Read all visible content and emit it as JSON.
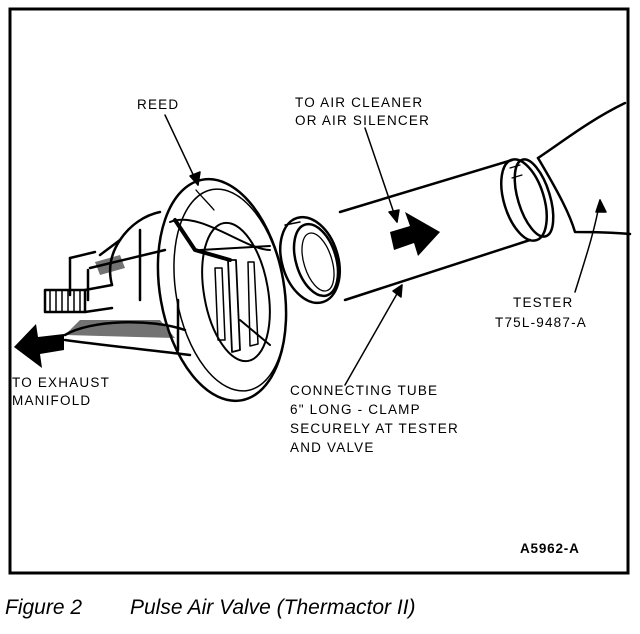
{
  "labels": {
    "reed": "REED",
    "air_cleaner_1": "TO AIR CLEANER",
    "air_cleaner_2": "OR AIR SILENCER",
    "tester_1": "TESTER",
    "tester_2": "T75L-9487-A",
    "exhaust_1": "TO EXHAUST",
    "exhaust_2": "MANIFOLD",
    "tube_1": "CONNECTING TUBE",
    "tube_2": "6\" LONG - CLAMP",
    "tube_3": "SECURELY AT TESTER",
    "tube_4": "AND VALVE",
    "figure_code": "A5962-A"
  },
  "caption": {
    "number": "Figure 2",
    "title": "Pulse Air Valve (Thermactor II)"
  }
}
